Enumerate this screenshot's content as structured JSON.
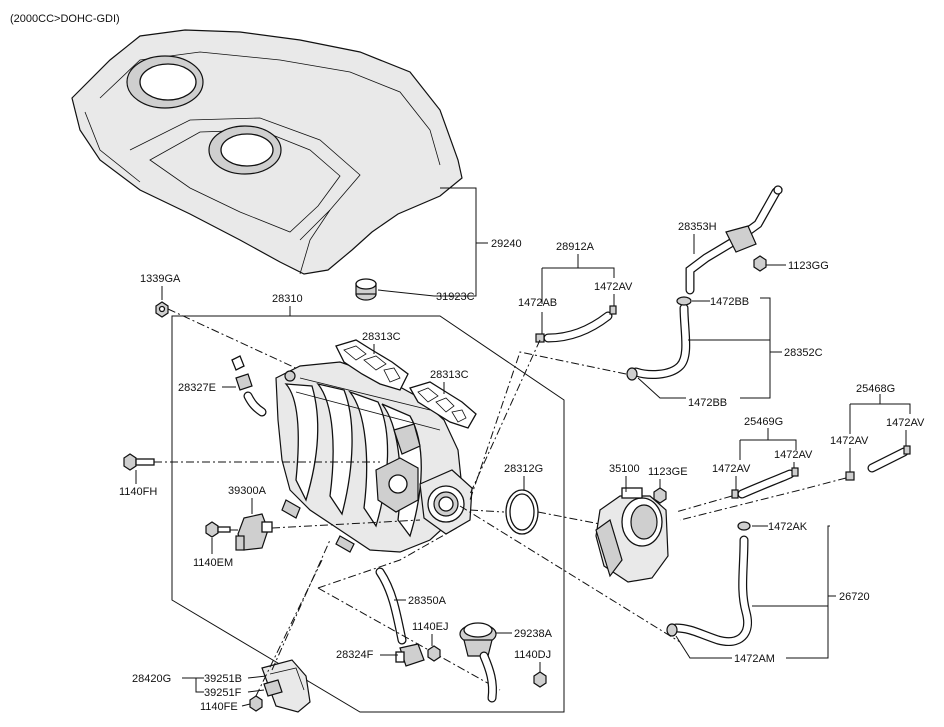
{
  "header": {
    "spec": "(2000CC>DOHC-GDI)"
  },
  "colors": {
    "line": "#111111",
    "background": "#ffffff",
    "part_fill": "#e9e9e9"
  },
  "labels": {
    "p29240": "29240",
    "p31923C": "31923C",
    "p1339GA": "1339GA",
    "p28310": "28310",
    "p28313C_a": "28313C",
    "p28313C_b": "28313C",
    "p28327E": "28327E",
    "p1140FH": "1140FH",
    "p39300A": "39300A",
    "p1140EM": "1140EM",
    "p28912A": "28912A",
    "p1472AB": "1472AB",
    "p1472AV_a": "1472AV",
    "p28353H": "28353H",
    "p1123GG": "1123GG",
    "p1472BB_a": "1472BB",
    "p28352C": "28352C",
    "p1472BB_b": "1472BB",
    "p28312G": "28312G",
    "p35100": "35100",
    "p1123GE": "1123GE",
    "p25469G": "25469G",
    "p1472AV_b": "1472AV",
    "p1472AV_c": "1472AV",
    "p25468G": "25468G",
    "p1472AV_d": "1472AV",
    "p1472AV_e": "1472AV",
    "p1472AK": "1472AK",
    "p26720": "26720",
    "p1472AM": "1472AM",
    "p28350A": "28350A",
    "p1140EJ": "1140EJ",
    "p29238A": "29238A",
    "p28324F": "28324F",
    "p1140DJ": "1140DJ",
    "p28420G": "28420G",
    "p39251B": "39251B",
    "p39251F": "39251F",
    "p1140FE": "1140FE"
  }
}
